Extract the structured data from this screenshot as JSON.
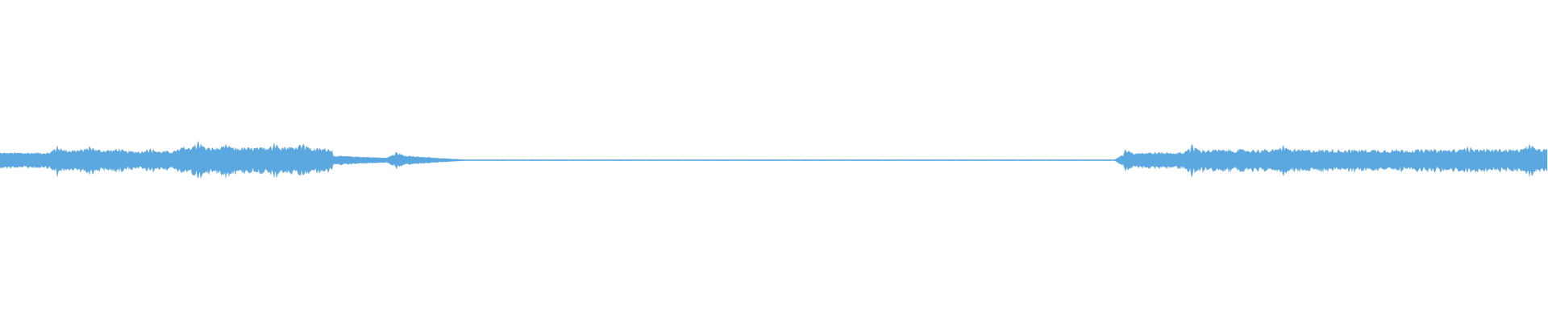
{
  "waveform": {
    "color": "#5ba7e0",
    "background": "#ffffff",
    "segments": [
      {
        "start": 0.0,
        "end": 0.036,
        "level": 0.3,
        "var": 0.3
      },
      {
        "start": 0.036,
        "end": 0.077,
        "level": 0.4,
        "var": 0.45
      },
      {
        "start": 0.077,
        "end": 0.116,
        "level": 0.35,
        "var": 0.4
      },
      {
        "start": 0.116,
        "end": 0.176,
        "level": 0.48,
        "var": 0.4
      },
      {
        "start": 0.176,
        "end": 0.196,
        "level": 0.52,
        "var": 0.4
      },
      {
        "start": 0.196,
        "end": 0.215,
        "level": 0.45,
        "var": 0.4
      },
      {
        "start": 0.215,
        "end": 0.255,
        "level": 0.18,
        "var": 0.3,
        "decayTo": 0.08
      },
      {
        "start": 0.255,
        "end": 0.3,
        "level": 0.2,
        "var": 0.3,
        "decayTo": 0.02
      },
      {
        "start": 0.3,
        "end": 0.56,
        "level": 0.015,
        "var": 0.2,
        "decayTo": 0.008
      },
      {
        "start": 0.56,
        "end": 0.722,
        "level": 0.012,
        "var": 0.4,
        "sparse": true
      },
      {
        "start": 0.727,
        "end": 0.77,
        "level": 0.3,
        "var": 0.4
      },
      {
        "start": 0.77,
        "end": 0.86,
        "level": 0.4,
        "var": 0.45
      },
      {
        "start": 0.86,
        "end": 0.945,
        "level": 0.4,
        "var": 0.45
      },
      {
        "start": 0.945,
        "end": 1.0,
        "level": 0.42,
        "var": 0.4
      }
    ],
    "peaks": [
      {
        "pos": 0.037,
        "level": 0.7
      },
      {
        "pos": 0.058,
        "level": 0.7
      },
      {
        "pos": 0.077,
        "level": 0.55
      },
      {
        "pos": 0.097,
        "level": 0.6
      },
      {
        "pos": 0.117,
        "level": 0.62
      },
      {
        "pos": 0.128,
        "level": 1.0
      },
      {
        "pos": 0.146,
        "level": 0.8
      },
      {
        "pos": 0.177,
        "level": 0.85
      },
      {
        "pos": 0.196,
        "level": 0.9
      },
      {
        "pos": 0.256,
        "level": 0.45
      },
      {
        "pos": 0.727,
        "level": 0.55
      },
      {
        "pos": 0.77,
        "level": 0.8
      },
      {
        "pos": 0.829,
        "level": 0.75
      },
      {
        "pos": 0.948,
        "level": 0.7
      },
      {
        "pos": 0.988,
        "level": 0.8
      }
    ]
  }
}
